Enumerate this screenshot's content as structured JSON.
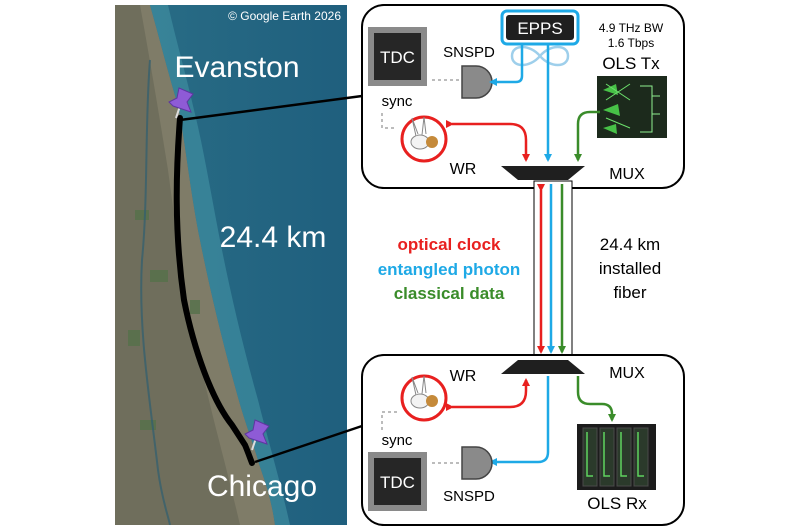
{
  "map": {
    "credit": "© Google Earth 2026",
    "city_north": "Evanston",
    "city_south": "Chicago",
    "distance": "24.4 km"
  },
  "top_node": {
    "source": "EPPS",
    "tdc": "TDC",
    "detector": "SNSPD",
    "sync": "sync",
    "white_rabbit": "WR",
    "mux": "MUX",
    "ols_bandwidth": "4.9 THz BW",
    "ols_rate": "1.6 Tbps",
    "ols_tx": "OLS Tx"
  },
  "bottom_node": {
    "white_rabbit": "WR",
    "mux": "MUX",
    "sync": "sync",
    "tdc": "TDC",
    "detector": "SNSPD",
    "ols_rx": "OLS Rx"
  },
  "legend": {
    "optical_clock": "optical clock",
    "entangled_photon": "entangled photon",
    "classical_data": "classical data"
  },
  "fiber": {
    "line1": "24.4 km",
    "line2": "installed",
    "line3": "fiber"
  },
  "colors": {
    "optical_clock": "#e8201f",
    "entangled_photon": "#1ea9e6",
    "classical_data": "#3a8c2a",
    "route": "#000000",
    "pin": "#8e5bd6"
  }
}
